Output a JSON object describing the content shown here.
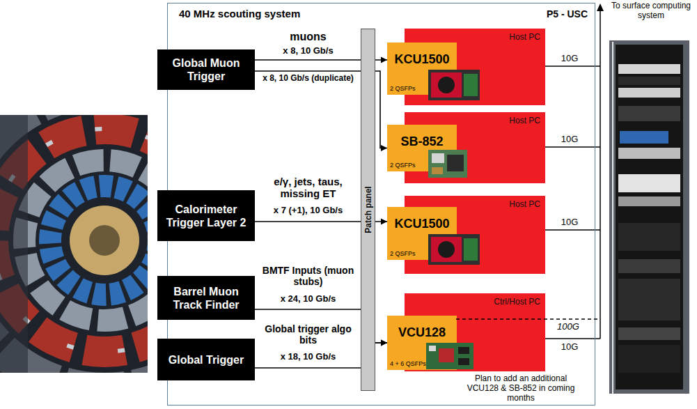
{
  "diagram": {
    "nodes": [
      {
        "text": [
          "40 MHz scouting system",
          "P5 - USC"
        ]
      },
      {
        "text": [
          "Global Muon Trigger"
        ],
        "in": 0
      },
      {
        "text": [
          "Calorimeter Trigger Layer 2"
        ],
        "in": 0
      },
      {
        "text": [
          "Barrel Muon Track Finder"
        ],
        "in": 0
      },
      {
        "text": [
          "Global Trigger"
        ],
        "in": 0
      },
      {
        "text": [
          "Patch panel"
        ],
        "in": 0
      },
      {
        "text": [
          "Host PC"
        ],
        "in": 0
      },
      {
        "text": [
          "KCU1500",
          "2 QSFPs"
        ],
        "in": 6
      },
      {
        "text": [
          "Host PC"
        ],
        "in": 0
      },
      {
        "text": [
          "SB-852",
          "2 QSFPs"
        ],
        "in": 8
      },
      {
        "text": [
          "Host PC"
        ],
        "in": 0
      },
      {
        "text": [
          "KCU1500",
          "2 QSFPs"
        ],
        "in": 10
      },
      {
        "text": [
          "Ctrl/Host PC"
        ],
        "in": 0
      },
      {
        "text": [
          "VCU128",
          "4 + 6 QSFPs"
        ],
        "in": 12
      }
    ],
    "edges": [
      {
        "from": 1,
        "to": 7,
        "arrow": "to",
        "label": "x 8, 10 Gb/s"
      },
      {
        "from": 1,
        "to": 9,
        "arrow": "to",
        "label": "x 8, 10 Gb/s (duplicate)"
      },
      {
        "from": 2,
        "to": 11,
        "arrow": "to",
        "label": "x 7 (+1), 10 Gb/s"
      },
      {
        "from": 3,
        "to": 13,
        "arrow": "to",
        "label": "x 24, 10 Gb/s"
      },
      {
        "from": 4,
        "to": 13,
        "arrow": "to",
        "label": "x 18, 10 Gb/s"
      }
    ],
    "labels": [
      "muons",
      "e/γ, jets, taus, missing ET",
      "BMTF Inputs (muon stubs)",
      "Global trigger algo bits",
      "10G",
      "10G",
      "10G",
      "100G",
      "10G",
      "To surface computing system",
      "Plan to add an additional VCU128 & SB-852 in coming months"
    ]
  }
}
